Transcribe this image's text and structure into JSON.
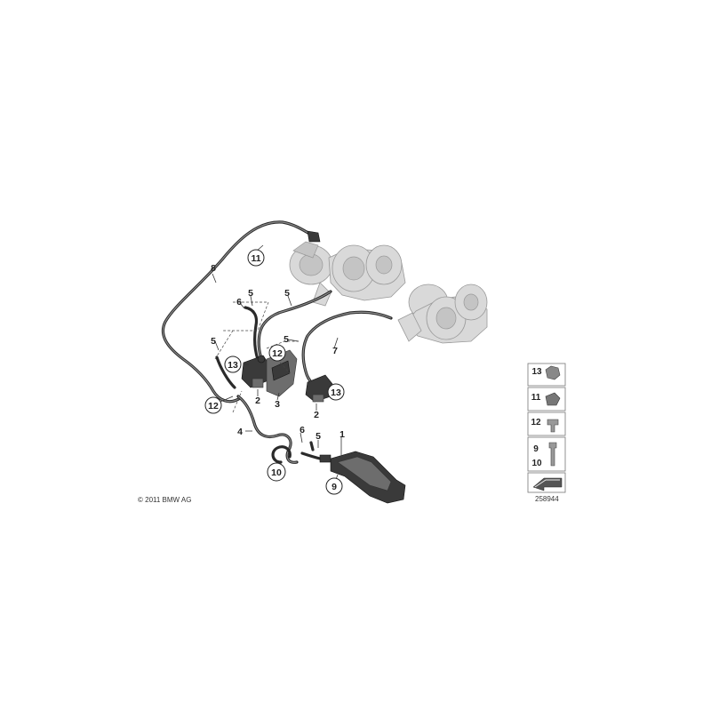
{
  "copyright": "© 2011 BMW AG",
  "diagram_id": "258944",
  "callouts": {
    "c1": "1",
    "c2a": "2",
    "c2b": "2",
    "c3": "3",
    "c4": "4",
    "c5a": "5",
    "c5b": "5",
    "c5c": "5",
    "c5d": "5",
    "c5e": "5",
    "c6a": "6",
    "c6b": "6",
    "c7": "7",
    "c8": "8",
    "c9": "9",
    "c10": "10",
    "c11": "11",
    "c12a": "12",
    "c12b": "12",
    "c13a": "13",
    "c13b": "13"
  },
  "legend": {
    "items": [
      "13",
      "11",
      "12",
      "9",
      "10"
    ]
  }
}
